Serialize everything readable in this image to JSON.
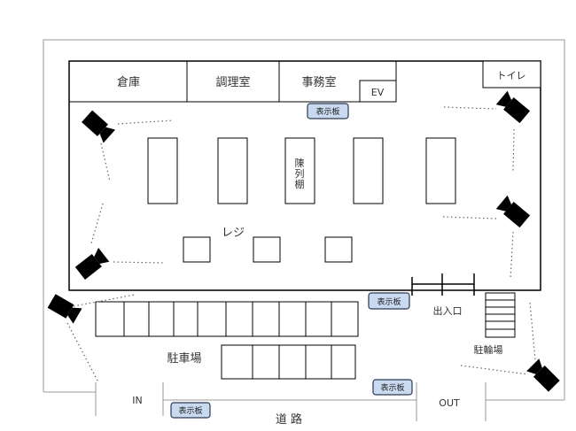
{
  "rooms": {
    "storage": "倉庫",
    "kitchen": "調理室",
    "office": "事務室",
    "ev": "EV",
    "toilet": "トイレ"
  },
  "labels": {
    "display_shelf_chars": [
      "陳",
      "列",
      "棚"
    ],
    "register": "レジ",
    "entrance": "出入口",
    "parking": "駐車場",
    "bicycle_parking": "駐輪場",
    "in": "IN",
    "out": "OUT",
    "road": "道 路"
  },
  "boards": {
    "top": "表示板",
    "entrance": "表示板",
    "parking": "表示板",
    "road": "表示板"
  },
  "icons": {
    "camera": "security-camera-icon",
    "board": "signboard-icon"
  },
  "colors": {
    "board_fill": "#c9d9f0",
    "camera": "#000000"
  }
}
